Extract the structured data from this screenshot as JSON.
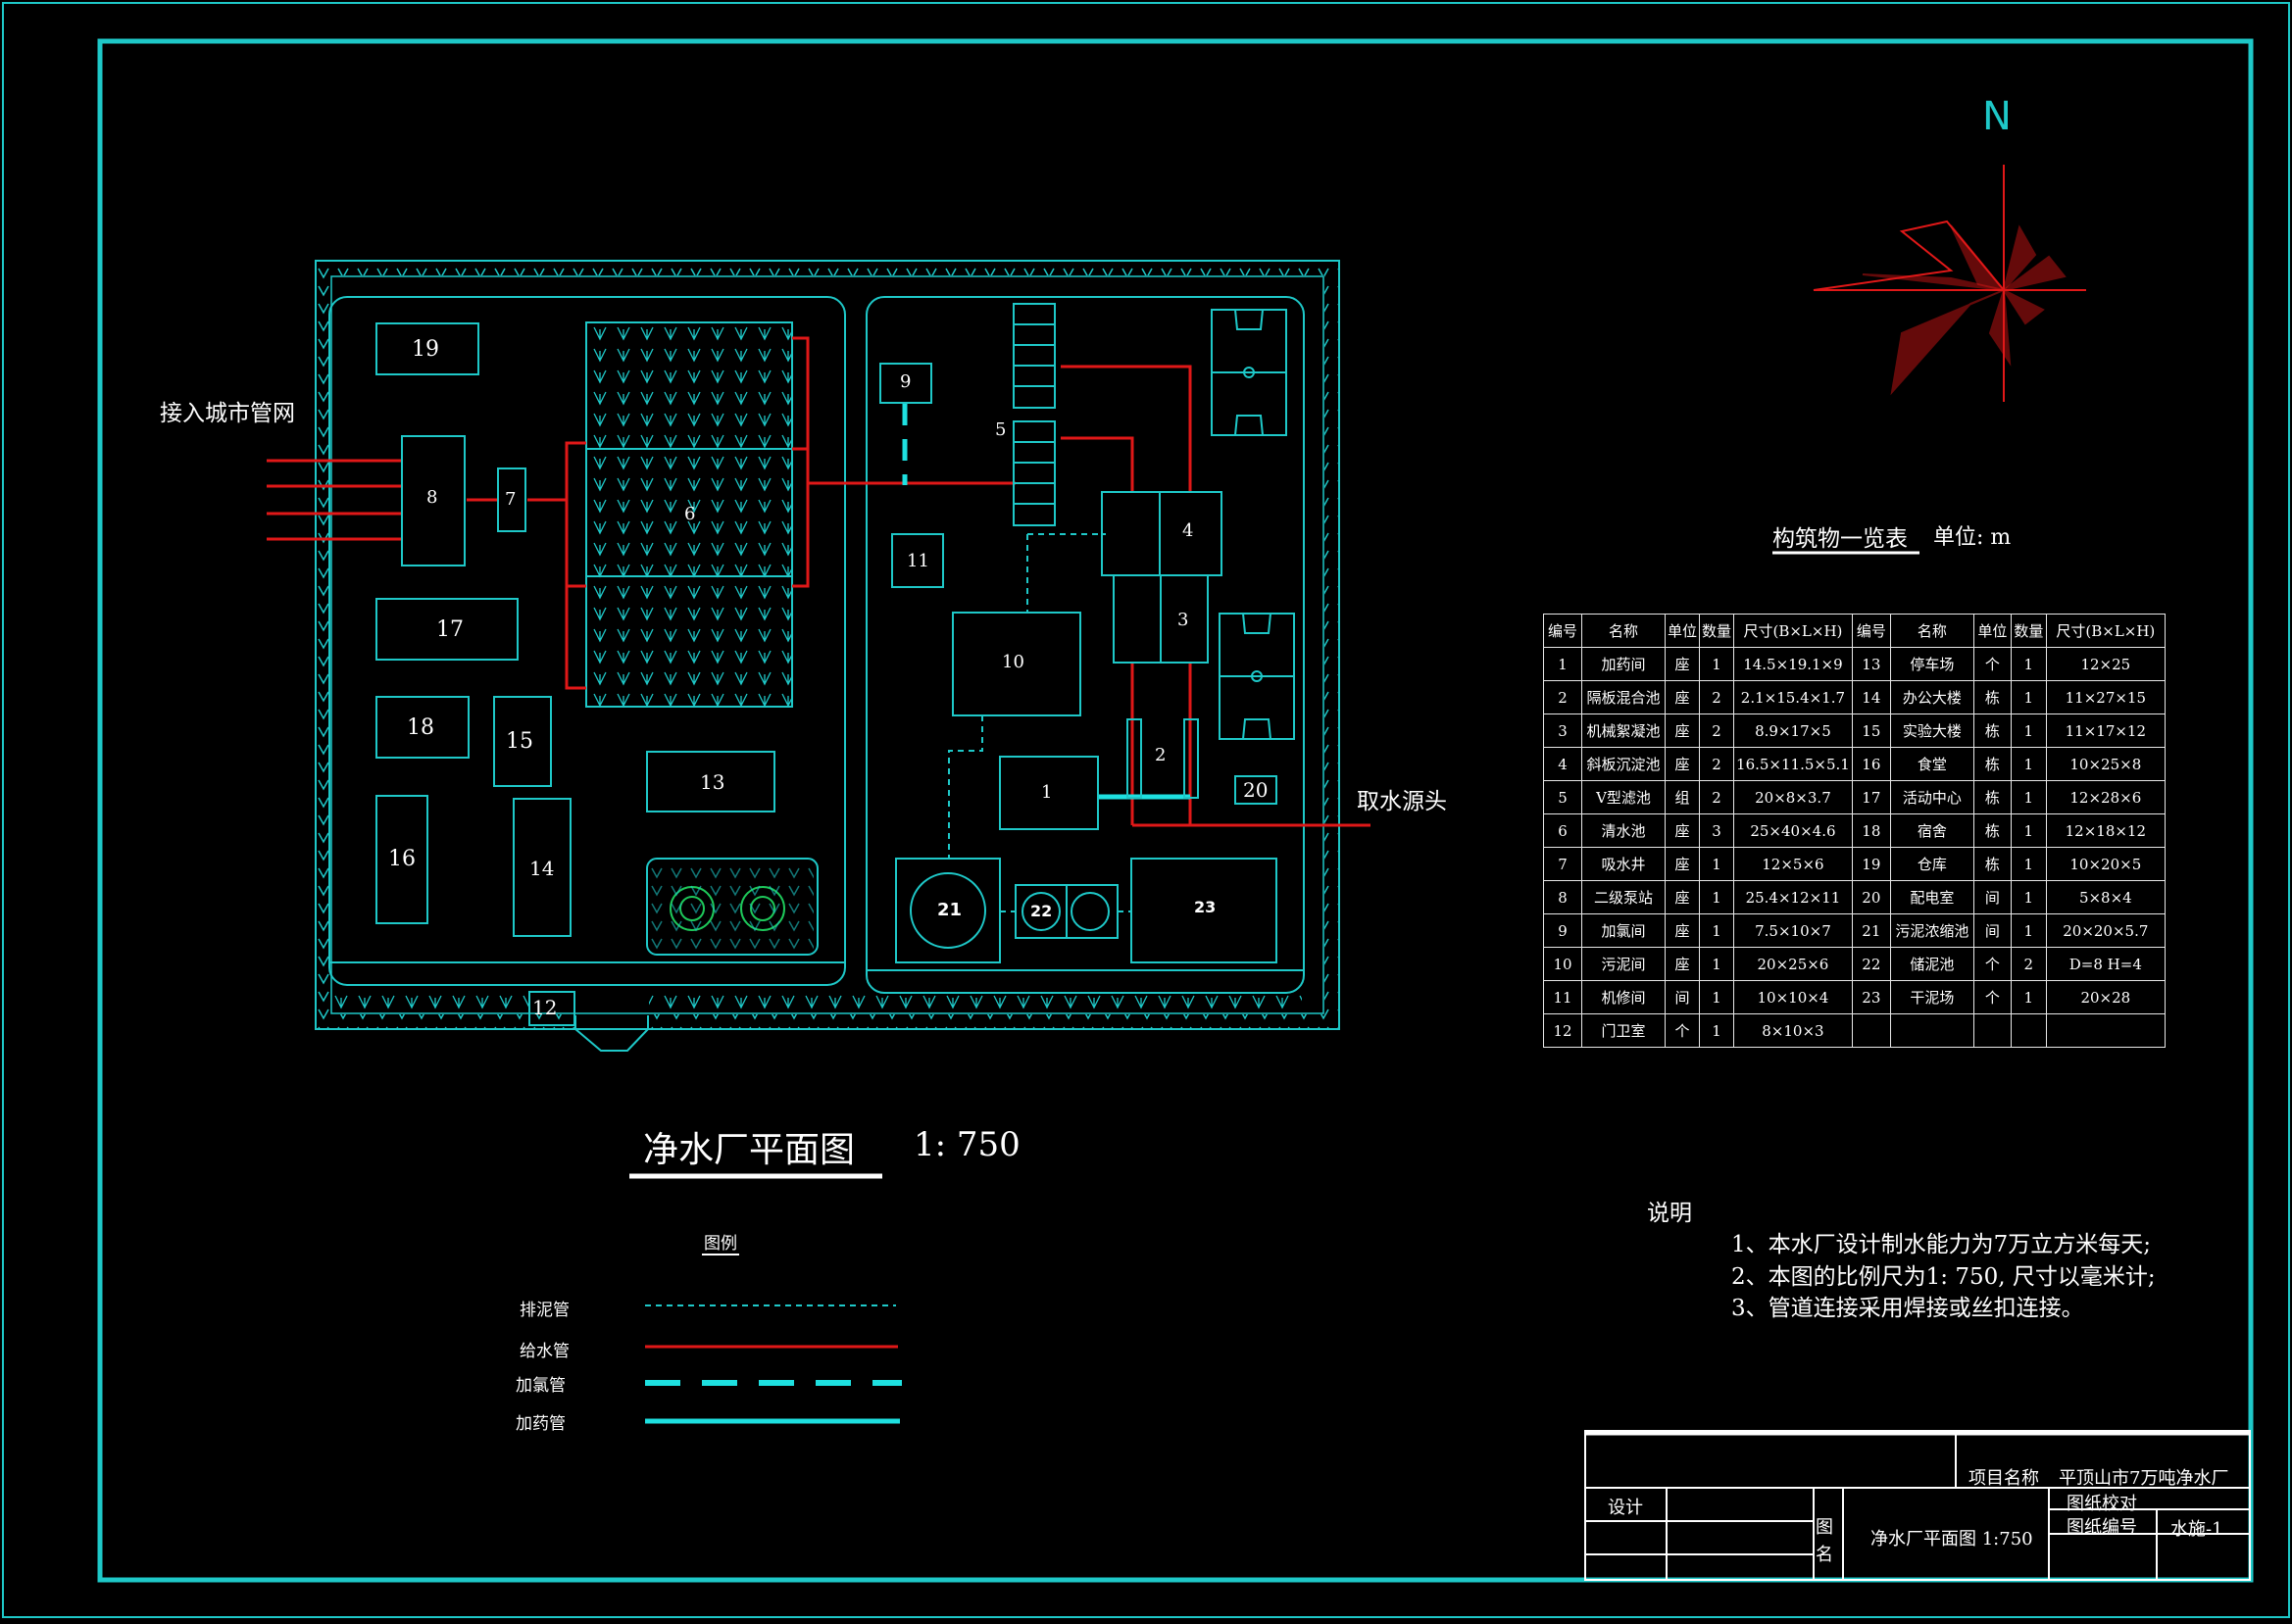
{
  "drawing": {
    "title": "净水厂平面图",
    "scale": "1: 750",
    "north": "N",
    "inlet_label": "接入城市管网",
    "source_label": "取水源头"
  },
  "buildings": {
    "b1": "1",
    "b2": "2",
    "b3": "3",
    "b4": "4",
    "b5": "5",
    "b6": "6",
    "b7": "7",
    "b8": "8",
    "b9": "9",
    "b10": "10",
    "b11": "11",
    "b12": "12",
    "b13": "13",
    "b14": "14",
    "b15": "15",
    "b16": "16",
    "b17": "17",
    "b18": "18",
    "b19": "19",
    "b20": "20",
    "b21": "21",
    "b22": "22",
    "b23": "23"
  },
  "table": {
    "title": "构筑物一览表",
    "unit": "单位: m",
    "headers": [
      "编号",
      "名称",
      "单位",
      "数量",
      "尺寸(B×L×H)",
      "编号",
      "名称",
      "单位",
      "数量",
      "尺寸(B×L×H)"
    ],
    "rows": [
      [
        "1",
        "加药间",
        "座",
        "1",
        "14.5×19.1×9",
        "13",
        "停车场",
        "个",
        "1",
        "12×25"
      ],
      [
        "2",
        "隔板混合池",
        "座",
        "2",
        "2.1×15.4×1.7",
        "14",
        "办公大楼",
        "栋",
        "1",
        "11×27×15"
      ],
      [
        "3",
        "机械絮凝池",
        "座",
        "2",
        "8.9×17×5",
        "15",
        "实验大楼",
        "栋",
        "1",
        "11×17×12"
      ],
      [
        "4",
        "斜板沉淀池",
        "座",
        "2",
        "16.5×11.5×5.1",
        "16",
        "食堂",
        "栋",
        "1",
        "10×25×8"
      ],
      [
        "5",
        "V型滤池",
        "组",
        "2",
        "20×8×3.7",
        "17",
        "活动中心",
        "栋",
        "1",
        "12×28×6"
      ],
      [
        "6",
        "清水池",
        "座",
        "3",
        "25×40×4.6",
        "18",
        "宿舍",
        "栋",
        "1",
        "12×18×12"
      ],
      [
        "7",
        "吸水井",
        "座",
        "1",
        "12×5×6",
        "19",
        "仓库",
        "栋",
        "1",
        "10×20×5"
      ],
      [
        "8",
        "二级泵站",
        "座",
        "1",
        "25.4×12×11",
        "20",
        "配电室",
        "间",
        "1",
        "5×8×4"
      ],
      [
        "9",
        "加氯间",
        "座",
        "1",
        "7.5×10×7",
        "21",
        "污泥浓缩池",
        "间",
        "1",
        "20×20×5.7"
      ],
      [
        "10",
        "污泥间",
        "座",
        "1",
        "20×25×6",
        "22",
        "储泥池",
        "个",
        "2",
        "D=8 H=4"
      ],
      [
        "11",
        "机修间",
        "间",
        "1",
        "10×10×4",
        "23",
        "干泥场",
        "个",
        "1",
        "20×28"
      ],
      [
        "12",
        "门卫室",
        "个",
        "1",
        "8×10×3",
        "",
        "",
        "",
        "",
        ""
      ]
    ]
  },
  "notes": {
    "heading": "说明",
    "items": [
      "1、本水厂设计制水能力为7万立方米每天;",
      "2、本图的比例尺为1: 750, 尺寸以毫米计;",
      "3、管道连接采用焊接或丝扣连接。"
    ]
  },
  "legend": {
    "title": "图例",
    "items": [
      {
        "label": "排泥管",
        "style": "thin-dashed",
        "color": "#1ec8c8"
      },
      {
        "label": "给水管",
        "style": "solid",
        "color": "#e01818"
      },
      {
        "label": "加氯管",
        "style": "thick-dashed",
        "color": "#1ee0e0"
      },
      {
        "label": "加药管",
        "style": "thick-solid",
        "color": "#1ee0e0"
      }
    ]
  },
  "title_block": {
    "project_label": "项目名称",
    "project_value": "平顶山市7万吨净水厂",
    "design_label": "设计",
    "drawing_name_label_1": "图",
    "drawing_name_label_2": "名",
    "drawing_name_value": "净水厂平面图 1:750",
    "check_label": "图纸校对",
    "number_label": "图纸编号",
    "number_value": "水施-1"
  },
  "colors": {
    "frame": "#1ec8c8",
    "pipe_supply": "#e01818",
    "pipe_drug": "#1ee0e0",
    "wind_rose": "#e01818",
    "trees": "#1ec85a"
  }
}
